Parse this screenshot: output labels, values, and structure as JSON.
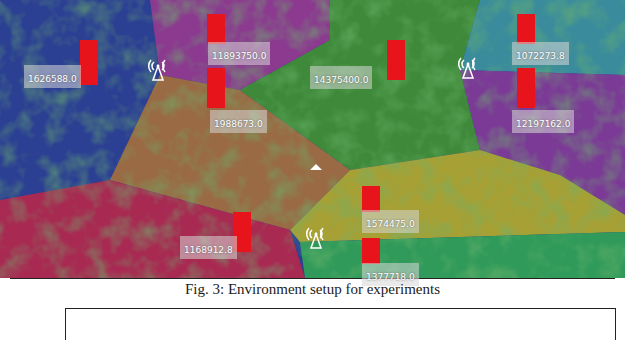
{
  "diagram": {
    "caption": "Fig. 3: Environment setup for experiments",
    "nodes": [
      {
        "text": [
          "1626588.0"
        ]
      },
      {
        "text": [
          "11893750.0"
        ]
      },
      {
        "text": [
          "1988673.0"
        ]
      },
      {
        "text": [
          "14375400.0"
        ]
      },
      {
        "text": [
          "1072273.8"
        ]
      },
      {
        "text": [
          "12197162.0"
        ]
      },
      {
        "text": [
          "1168912.8"
        ]
      },
      {
        "text": [
          "1574475.0"
        ]
      },
      {
        "text": [
          "1377718.0"
        ]
      }
    ]
  }
}
